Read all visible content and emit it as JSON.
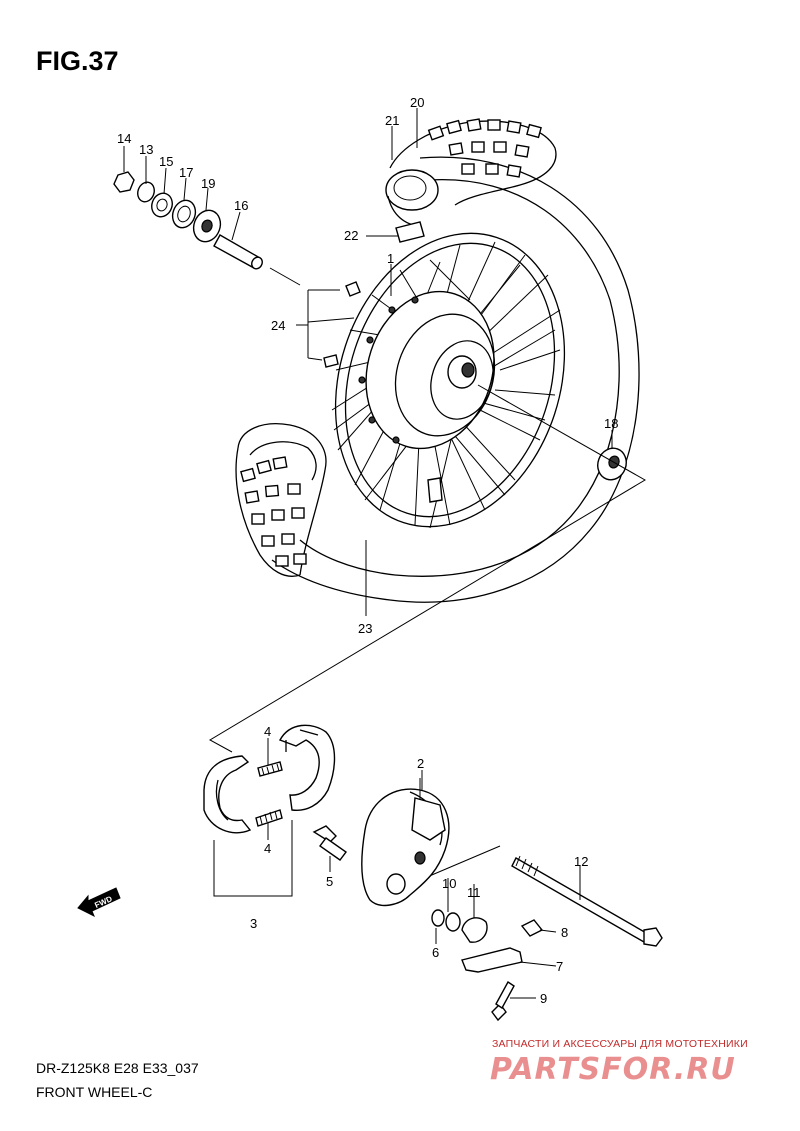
{
  "figure": {
    "title": "FIG.37",
    "model": "DR-Z125K8 E28 E33_037",
    "caption": "FRONT WHEEL-C"
  },
  "callouts": [
    "20",
    "21",
    "14",
    "13",
    "15",
    "17",
    "19",
    "16",
    "22",
    "1",
    "24",
    "18",
    "23",
    "4",
    "2",
    "4",
    "12",
    "5",
    "10",
    "11",
    "8",
    "3",
    "6",
    "7",
    "9"
  ],
  "fwd_label": "FWD",
  "watermark": {
    "line": "ЗАПЧАСТИ И АКСЕССУАРЫ ДЛЯ МОТОТЕХНИКИ",
    "brand": "PARTSFOR.RU"
  },
  "colors": {
    "ink": "#000000",
    "watermark_line": "#c22a2a",
    "watermark_brand": "#e98f8f"
  }
}
